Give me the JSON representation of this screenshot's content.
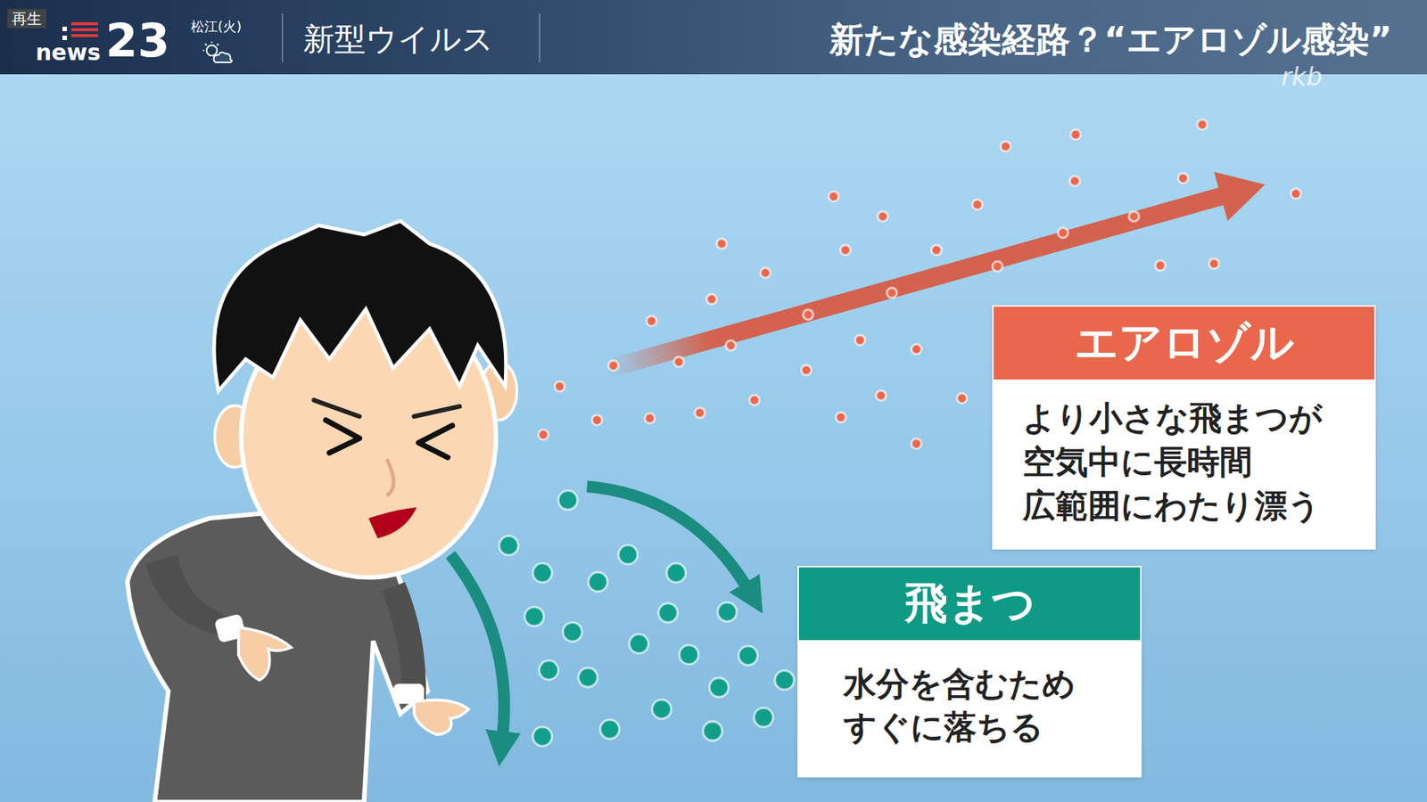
{
  "diagram": {
    "title": "新たな感染経路？“エアロゾル感染”",
    "nodes": [
      {
        "text": [
          "エアロゾル",
          "より小さな飛まつが 空気中に長時間 広範囲にわたり漂う"
        ]
      },
      {
        "text": [
          "飛まつ",
          "水分を含むため すぐに落ちる"
        ]
      }
    ],
    "labels": [
      "再生",
      "news",
      "23",
      "松江(火)",
      "新型ウイルス",
      "rkb"
    ]
  }
}
